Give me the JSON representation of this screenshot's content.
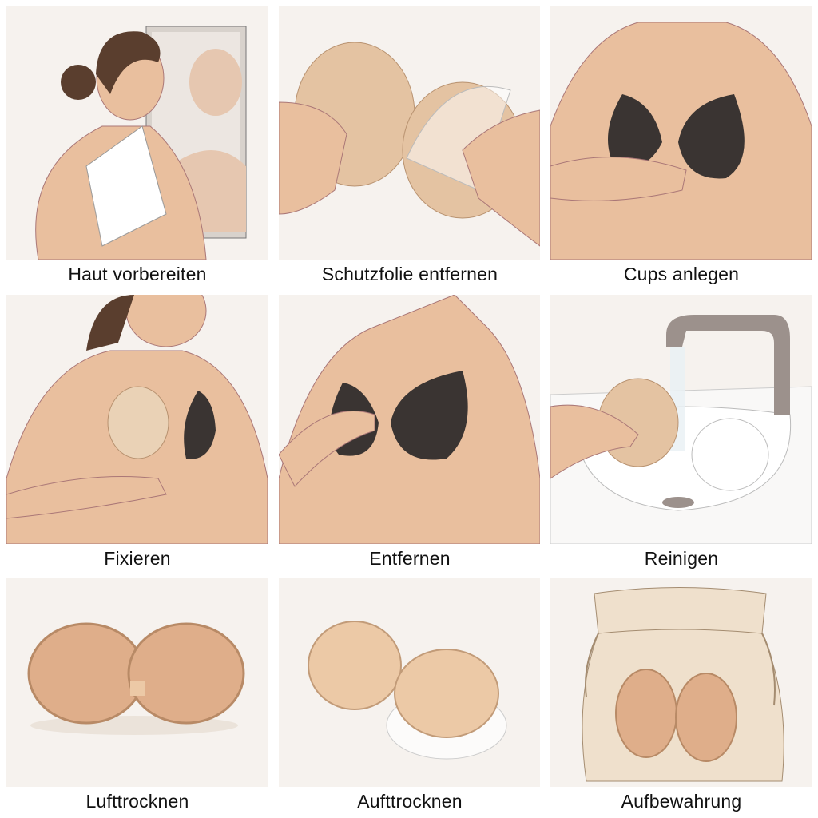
{
  "steps": [
    {
      "label": "Haut vorbereiten",
      "illustration": "woman-drying-skin-with-towel-at-mirror"
    },
    {
      "label": "Schutzfolie entfernen",
      "illustration": "hands-peeling-protective-film"
    },
    {
      "label": "Cups anlegen",
      "illustration": "placing-black-cups"
    },
    {
      "label": "Fixieren",
      "illustration": "pressing-cup-to-fix"
    },
    {
      "label": "Entfernen",
      "illustration": "removing-cups"
    },
    {
      "label": "Reinigen",
      "illustration": "washing-cup-under-faucet"
    },
    {
      "label": "Lufttrocknen",
      "illustration": "cups-air-drying"
    },
    {
      "label": "Aufttrocknen",
      "illustration": "cups-drying-with-film"
    },
    {
      "label": "Aufbewahrung",
      "illustration": "cups-in-drawstring-bag"
    }
  ],
  "colors": {
    "panel": "#f6f2ee",
    "skin": "#e9bf9e",
    "cup_black": "#3a3432",
    "cup_nude": "#e2b68f"
  }
}
